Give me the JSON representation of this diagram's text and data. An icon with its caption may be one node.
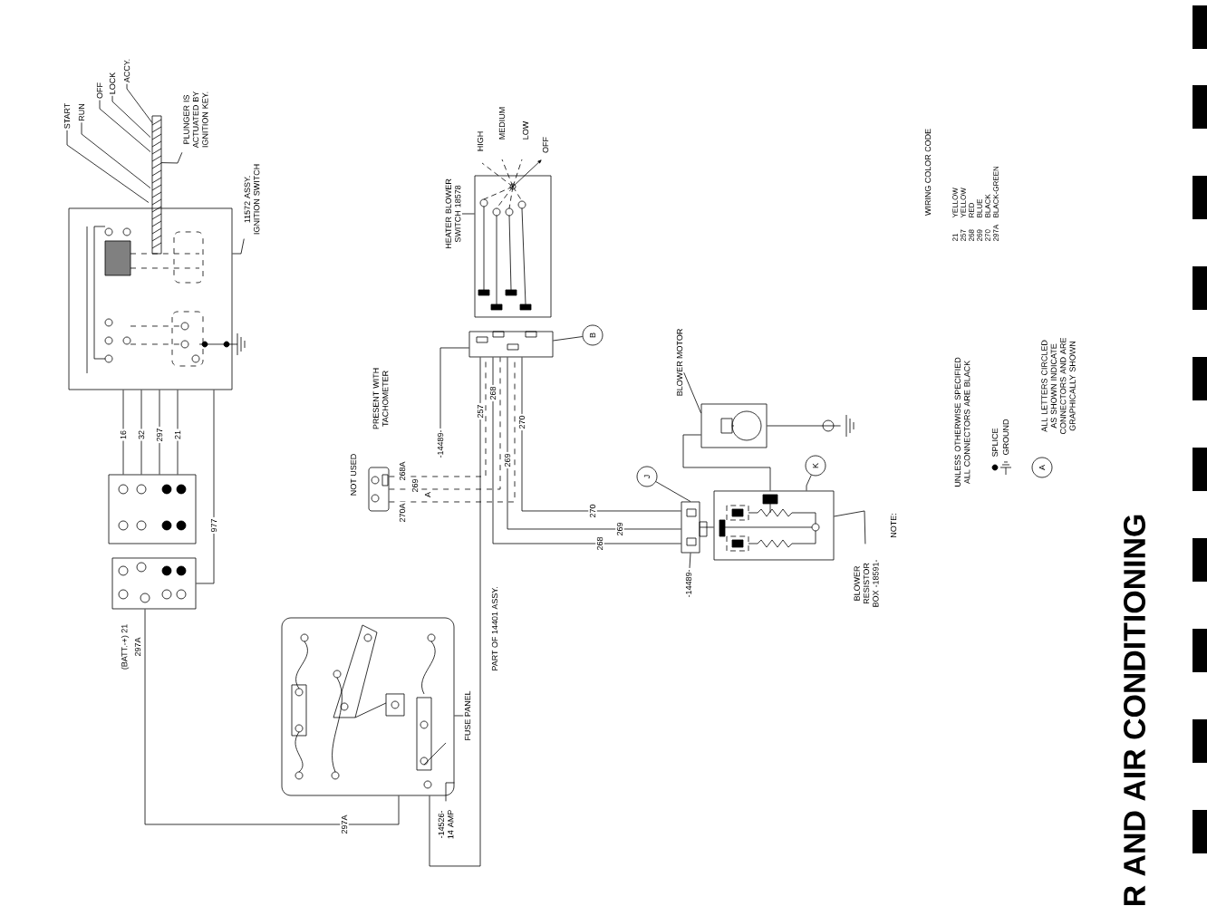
{
  "diagram": {
    "title": "R AND AIR CONDITIONING",
    "nodes": [
      {
        "text": [],
        "shape": "box"
      },
      {
        "text": [
          "11572 ASSY. IGNITION SWITCH"
        ]
      },
      {
        "text": [
          "PLUNGER IS ACTUATED BY IGNITION KEY."
        ]
      },
      {
        "text": [
          "START"
        ]
      },
      {
        "text": [
          "RUN"
        ]
      },
      {
        "text": [
          "OFF"
        ]
      },
      {
        "text": [
          "LOCK"
        ]
      },
      {
        "text": [
          "ACCY."
        ]
      },
      {
        "text": [],
        "shape": "box"
      },
      {
        "text": [],
        "shape": "box"
      },
      {
        "text": [],
        "shape": "box"
      },
      {
        "text": [
          "FUSE PANEL"
        ]
      },
      {
        "text": [
          "-14526- 14 AMP"
        ]
      },
      {
        "text": [],
        "shape": "box"
      },
      {
        "text": [
          "HEATER BLOWER SWITCH 18578"
        ]
      },
      {
        "text": [],
        "shape": "box"
      },
      {
        "text": [
          "B"
        ]
      },
      {
        "text": [
          "-14489-"
        ]
      },
      {
        "text": [],
        "shape": "box"
      },
      {
        "text": [],
        "shape": "box"
      },
      {
        "text": [
          "J"
        ]
      },
      {
        "text": [
          "-14489-"
        ]
      },
      {
        "text": [],
        "shape": "box"
      },
      {
        "text": [
          "BLOWER MOTOR"
        ]
      },
      {
        "text": [],
        "shape": "box"
      },
      {
        "text": [
          "K"
        ]
      },
      {
        "text": [
          "BLOWER RESISTOR BOX -18591-"
        ]
      },
      {
        "text": [],
        "shape": "ground"
      },
      {
        "text": [
          "A"
        ]
      }
    ],
    "edges": [
      {
        "from": 3,
        "to": 0,
        "arrow": "none"
      },
      {
        "from": 4,
        "to": 0,
        "arrow": "none"
      },
      {
        "from": 5,
        "to": 0,
        "arrow": "none"
      },
      {
        "from": 6,
        "to": 0,
        "arrow": "none"
      },
      {
        "from": 7,
        "to": 0,
        "arrow": "none"
      },
      {
        "from": 2,
        "to": 0,
        "arrow": "none"
      },
      {
        "from": 1,
        "to": 0,
        "arrow": "none"
      },
      {
        "from": 0,
        "to": 8,
        "arrow": "none",
        "label": "16"
      },
      {
        "from": 0,
        "to": 8,
        "arrow": "none",
        "label": "32"
      },
      {
        "from": 0,
        "to": 8,
        "arrow": "none",
        "label": "297"
      },
      {
        "from": 0,
        "to": 8,
        "arrow": "none",
        "label": "21"
      },
      {
        "from": 0,
        "to": 9,
        "arrow": "none",
        "label": "977"
      },
      {
        "from": 9,
        "to": 10,
        "arrow": "none",
        "label": "297A"
      },
      {
        "from": 11,
        "to": 10,
        "arrow": "none"
      },
      {
        "from": 12,
        "to": 10,
        "arrow": "none"
      },
      {
        "from": 10,
        "to": 15,
        "arrow": "none",
        "label": "257"
      },
      {
        "from": 14,
        "to": 13,
        "arrow": "none"
      },
      {
        "from": 16,
        "to": 15,
        "arrow": "none"
      },
      {
        "from": 17,
        "to": 15,
        "arrow": "none"
      },
      {
        "from": 15,
        "to": 19,
        "arrow": "none",
        "label": "268"
      },
      {
        "from": 15,
        "to": 19,
        "arrow": "none",
        "label": "269"
      },
      {
        "from": 15,
        "to": 19,
        "arrow": "none",
        "label": "270"
      },
      {
        "from": 18,
        "to": 15,
        "arrow": "none",
        "style": "dashed"
      },
      {
        "from": 18,
        "to": 15,
        "arrow": "none",
        "style": "dashed"
      },
      {
        "from": 18,
        "to": 15,
        "arrow": "none",
        "style": "dashed"
      },
      {
        "from": 20,
        "to": 19,
        "arrow": "none"
      },
      {
        "from": 21,
        "to": 19,
        "arrow": "none"
      },
      {
        "from": 19,
        "to": 24,
        "arrow": "none"
      },
      {
        "from": 22,
        "to": 24,
        "arrow": "none"
      },
      {
        "from": 23,
        "to": 22,
        "arrow": "none"
      },
      {
        "from": 25,
        "to": 24,
        "arrow": "none"
      },
      {
        "from": 26,
        "to": 24,
        "arrow": "none"
      },
      {
        "from": 22,
        "to": 27,
        "arrow": "none"
      }
    ],
    "labels": [
      "HIGH",
      "MEDIUM",
      "LOW",
      "OFF",
      "(BATT.-+) 21",
      "297A",
      "268",
      "269",
      "270",
      "270A",
      "268A",
      "269",
      "A",
      "NOT USED",
      "PRESENT WITH TACHOMETER",
      "PART OF 14401 ASSY.",
      "NOTE:",
      "UNLESS OTHERWISE SPECIFIED ALL CONNECTORS ARE BLACK",
      "ALL LETTERS CIRCLED AS SHOWN INDICATE CONNECTORS AND ARE GRAPHICALLY SHOWN",
      "WIRING COLOR CODE",
      "21",
      "YELLOW",
      "257",
      "YELLOW",
      "268",
      "RED",
      "269",
      "BLUE",
      "270",
      "BLACK",
      "297A",
      "BLACK-GREEN"
    ],
    "legend": [
      {
        "text": "SPLICE"
      },
      {
        "text": "GROUND"
      }
    ]
  }
}
